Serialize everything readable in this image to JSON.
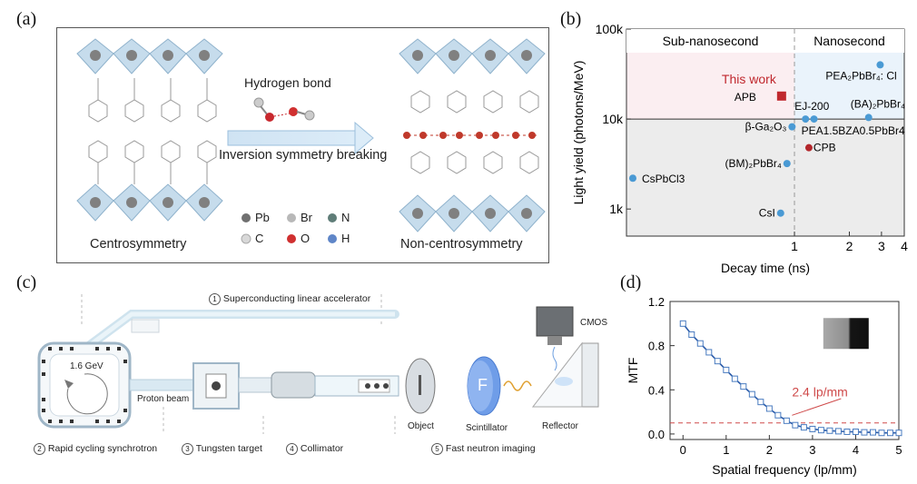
{
  "panels": {
    "a": {
      "letter": "(a)",
      "hydrogen_bond": "Hydrogen bond",
      "arrow_label": "Inversion symmetry breaking",
      "left_caption": "Centrosymmetry",
      "right_caption": "Non-centrosymmetry",
      "legend": [
        {
          "symbol": "Pb",
          "color": "#707070"
        },
        {
          "symbol": "Br",
          "color": "#b8b8b8"
        },
        {
          "symbol": "N",
          "color": "#5f7d78"
        },
        {
          "symbol": "C",
          "color": "#d8d8d8"
        },
        {
          "symbol": "O",
          "color": "#d03030"
        },
        {
          "symbol": "H",
          "color": "#5f86c8"
        }
      ]
    },
    "b": {
      "letter": "(b)",
      "region_left": "Sub-nanosecond",
      "region_right": "Nanosecond",
      "this_work": "This work"
    },
    "c": {
      "letter": "(c)",
      "steps": [
        {
          "num": "1",
          "label": "Superconducting linear accelerator"
        },
        {
          "num": "2",
          "label": "Rapid cycling synchrotron"
        },
        {
          "num": "3",
          "label": "Tungsten target"
        },
        {
          "num": "4",
          "label": "Collimator"
        },
        {
          "num": "5",
          "label": "Fast neutron imaging"
        }
      ],
      "energy": "1.6 GeV",
      "proton_beam": "Proton beam",
      "object": "Object",
      "scintillator": "Scintillator",
      "reflector": "Reflector",
      "cmos": "CMOS",
      "f_letter": "F"
    },
    "d": {
      "letter": "(d)",
      "annotation": "2.4 lp/mm"
    }
  },
  "chart_data": [
    {
      "type": "scatter",
      "panel": "b",
      "xlabel": "Decay time (ns)",
      "ylabel": "Light yield (photons/MeV)",
      "x_scale": "log",
      "y_scale": "log",
      "xlim": [
        0.12,
        4
      ],
      "ylim": [
        500,
        100000
      ],
      "x_ticks": [
        {
          "v": 1,
          "t": "1"
        },
        {
          "v": 2,
          "t": "2"
        },
        {
          "v": 3,
          "t": "3"
        },
        {
          "v": 4,
          "t": "4"
        }
      ],
      "y_ticks": [
        {
          "v": 1000,
          "t": "1k"
        },
        {
          "v": 10000,
          "t": "10k"
        },
        {
          "v": 100000,
          "t": "100k"
        }
      ],
      "threshold_x": 1,
      "threshold_y": 10000,
      "colors": {
        "this_work": "#c0282e",
        "red": "#b3262b",
        "blue": "#4a9ad4",
        "sub_region": "#fbeef1",
        "ns_region": "#eaf3fb",
        "low_region": "#ececec"
      },
      "points": [
        {
          "name": "APB",
          "x": 0.85,
          "y": 18000,
          "color": "red",
          "marker": "square"
        },
        {
          "name": "CsPbCl3",
          "x": 0.13,
          "y": 2200,
          "color": "blue",
          "marker": "circle"
        },
        {
          "name": "β-Ga₂O₃",
          "x": 0.97,
          "y": 8200,
          "color": "blue",
          "marker": "circle"
        },
        {
          "name": "(BM)₂PbBr₄",
          "x": 0.91,
          "y": 3200,
          "color": "blue",
          "marker": "circle"
        },
        {
          "name": "CsI",
          "x": 0.84,
          "y": 900,
          "color": "blue",
          "marker": "circle"
        },
        {
          "name": "EJ-200",
          "x": 1.15,
          "y": 10000,
          "color": "blue",
          "marker": "circle"
        },
        {
          "name": "PEA1.5BZA0.5PbBr4",
          "x": 1.28,
          "y": 10000,
          "color": "blue",
          "marker": "circle"
        },
        {
          "name": "CPB",
          "x": 1.2,
          "y": 4800,
          "color": "red",
          "marker": "circle"
        },
        {
          "name": "(BA)₂PbBr₄",
          "x": 2.55,
          "y": 10400,
          "color": "blue",
          "marker": "circle"
        },
        {
          "name": "PEA₂PbBr₄: Cl",
          "x": 2.95,
          "y": 40000,
          "color": "blue",
          "marker": "circle"
        }
      ]
    },
    {
      "type": "line",
      "panel": "d",
      "xlabel": "Spatial frequency (lp/mm)",
      "ylabel": "MTF",
      "xlim": [
        -0.3,
        5
      ],
      "ylim": [
        -0.05,
        1.2
      ],
      "x_ticks": [
        0,
        1,
        2,
        3,
        4,
        5
      ],
      "y_ticks": [
        {
          "v": 0.0,
          "t": "0.0"
        },
        {
          "v": 0.4,
          "t": "0.4"
        },
        {
          "v": 0.8,
          "t": "0.8"
        },
        {
          "v": 1.2,
          "t": "1.2"
        }
      ],
      "threshold_y": 0.1,
      "resolution_x": 2.4,
      "colors": {
        "line": "#2a5aa8",
        "threshold": "#cf4a4a"
      },
      "x": [
        0,
        0.2,
        0.4,
        0.6,
        0.8,
        1.0,
        1.2,
        1.4,
        1.6,
        1.8,
        2.0,
        2.2,
        2.4,
        2.6,
        2.8,
        3.0,
        3.2,
        3.4,
        3.6,
        3.8,
        4.0,
        4.2,
        4.4,
        4.6,
        4.8,
        5.0
      ],
      "y": [
        1.0,
        0.9,
        0.82,
        0.74,
        0.66,
        0.58,
        0.5,
        0.43,
        0.36,
        0.29,
        0.23,
        0.17,
        0.12,
        0.08,
        0.06,
        0.045,
        0.035,
        0.03,
        0.025,
        0.02,
        0.02,
        0.015,
        0.015,
        0.01,
        0.01,
        0.01
      ]
    }
  ]
}
